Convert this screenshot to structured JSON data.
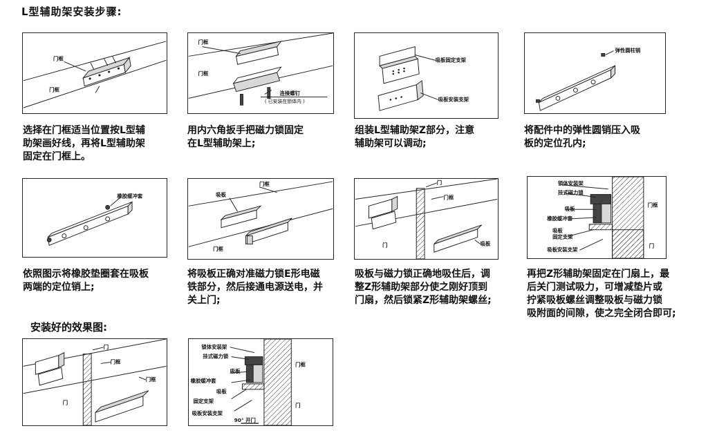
{
  "title": "L型辅助架安装步骤:",
  "steps": [
    {
      "caption": "选择在门框适当位置按L型辅\n助架画好线，再将L型辅助架\n固定在门框上。",
      "labels": {
        "a": "门框",
        "b": "门框"
      }
    },
    {
      "caption": "用内六角扳手把磁力锁固定\n在L型辅助架上;",
      "labels": {
        "a": "门框",
        "b": "门框",
        "c": "连接螺钉",
        "d": "( 已安装在锁体内 )"
      }
    },
    {
      "caption": "组装L型辅助架Z部分，注意\n辅助架可以调动;",
      "labels": {
        "a": "吸板固定支架",
        "b": "吸板安装支架"
      }
    },
    {
      "caption": "将配件中的弹性圆销压入吸\n板的定位孔内;",
      "labels": {
        "a": "弹性圆柱销"
      }
    },
    {
      "caption": "依照图示将橡胶垫圈套在吸板\n两端的定位销上;",
      "labels": {
        "a": "橡胶缓冲套"
      }
    },
    {
      "caption": "将吸板正确对准磁力锁E形电磁\n铁部分，然后接通电源送电，并\n关上门;",
      "labels": {
        "a": "门框",
        "b": "吸板",
        "c": "门框"
      }
    },
    {
      "caption": "吸板与磁力锁正确地吸住后，调\n整Z形辅助架部分使之刚好顶到\n门扇，然后锁紧Z形辅助架螺丝;",
      "labels": {
        "a": "门",
        "b": "门框",
        "c": "门",
        "d": "吸板"
      }
    },
    {
      "caption": "再把Z形辅助架固定在门扇上，最\n后关门测试吸力，可增减垫片或\n拧紧吸板螺丝调整吸板与磁力锁\n吸附面的间隙，使之完全闭合即可;",
      "labels": {
        "a": "锁体安装架",
        "b": "挂式磁力锁",
        "c": "吸板",
        "d": "橡胶缓冲套",
        "e": "吸板\n固定支架",
        "f": "吸板安装支架",
        "g": "门框",
        "h": "门"
      }
    }
  ],
  "result_title": "安装好的效果图:",
  "result": [
    {
      "labels": {
        "a": "门",
        "b": "门框",
        "c": "门框",
        "d": "门"
      }
    },
    {
      "labels": {
        "a": "锁体安装架",
        "b": "挂式磁力锁",
        "c": "吸板",
        "d": "橡胶缓冲套",
        "e": "吸板",
        "f": "固定支架",
        "g": "吸板安装支架",
        "h": "90°  开门",
        "i": "门框",
        "j": "门"
      }
    }
  ]
}
